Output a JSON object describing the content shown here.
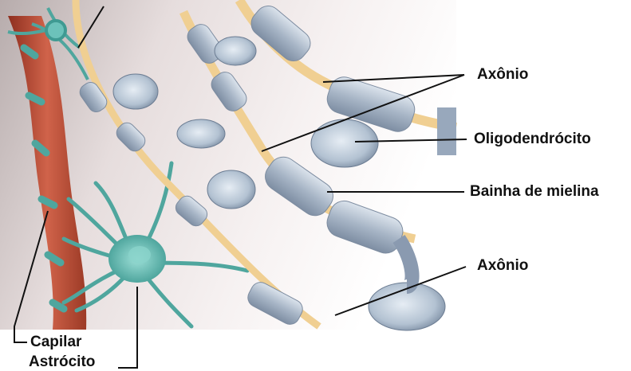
{
  "labels": {
    "axon_top": "Axônio",
    "oligodendrocyte": "Oligodendrócito",
    "myelin_sheath": "Bainha de mielina",
    "axon_bottom": "Axônio",
    "capillary": "Capilar",
    "astrocyte": "Astrócito"
  },
  "colors": {
    "background_light": "#f4eeee",
    "background_shadow": "#b8aeae",
    "capillary": "#c9573f",
    "astrocyte": "#5fb8b0",
    "axon": "#f3d39a",
    "myelin": "#a9b6c6",
    "myelin_highlight": "#d3dce6",
    "leader_line": "#111111"
  }
}
